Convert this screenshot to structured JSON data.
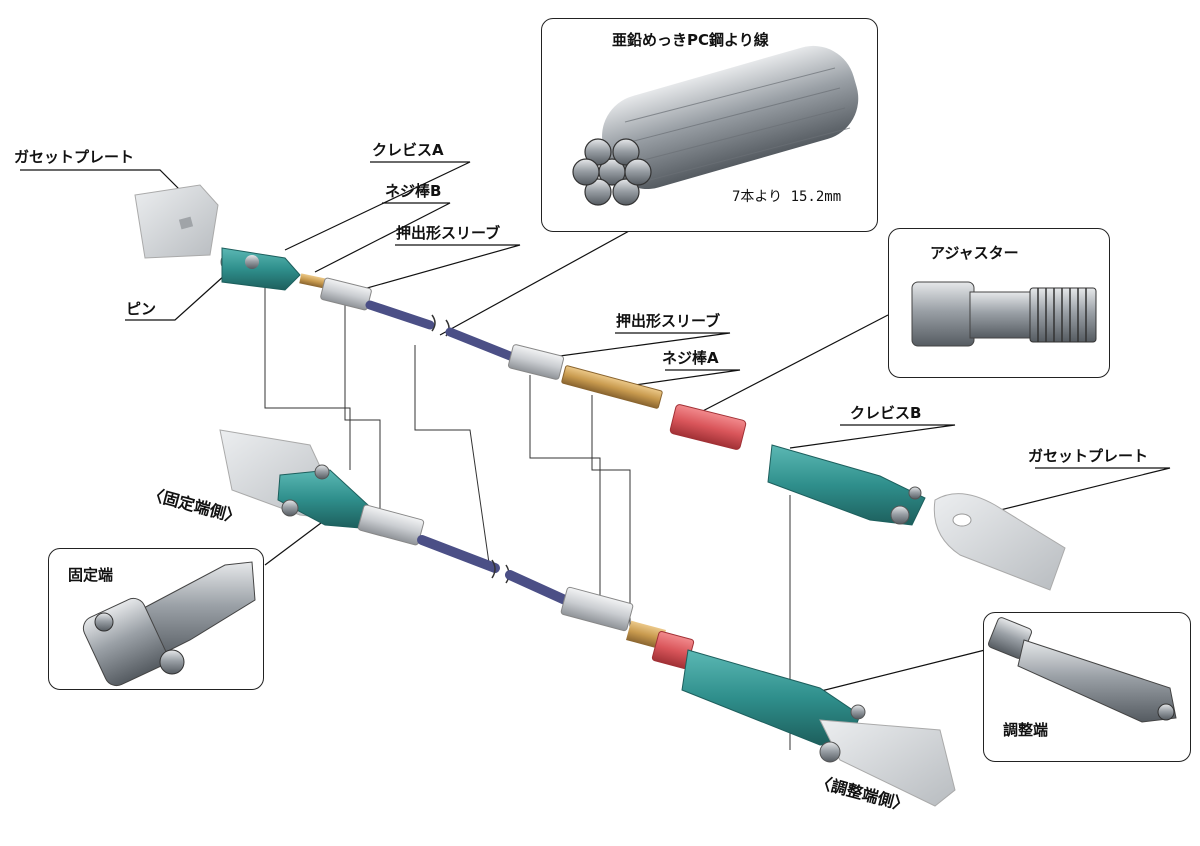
{
  "labels": {
    "gusset_plate_left": "ガセットプレート",
    "clevis_a": "クレビスA",
    "screw_rod_b": "ネジ棒B",
    "extruded_sleeve_top": "押出形スリーブ",
    "pin": "ピン",
    "extruded_sleeve_mid": "押出形スリーブ",
    "screw_rod_a": "ネジ棒A",
    "clevis_b": "クレビスB",
    "gusset_plate_right": "ガセットプレート",
    "fixed_end_side": "〈固定端側〉",
    "adjust_end_side": "〈調整端側〉"
  },
  "insets": {
    "strand": {
      "title": "亜鉛めっきPC鋼より線",
      "spec": "7本より 15.2mm"
    },
    "adjuster": {
      "title": "アジャスター"
    },
    "fixed_end": {
      "title": "固定端"
    },
    "adjust_end": {
      "title": "調整端"
    }
  },
  "colors": {
    "teal": "#2f8f8c",
    "cable": "#4b4f86",
    "brass": "#c89a4e",
    "red": "#d9555a",
    "silver": "#c9ccd0",
    "plate": "#d7d9dc"
  }
}
